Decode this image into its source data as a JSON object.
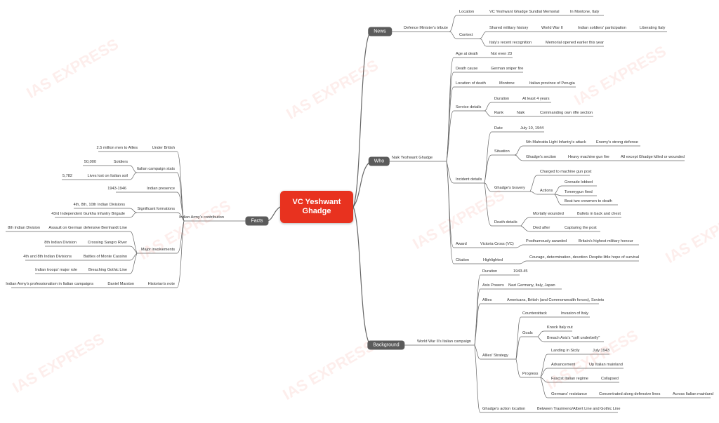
{
  "central_title": "VC Yeshwant Ghadge",
  "branches": {
    "news": "News",
    "who": "Who",
    "background": "Background",
    "facts": "Facts"
  },
  "news": {
    "tribute": "Defence Minister's tribute",
    "location": "Location",
    "memorial": "VC Yeshwant Ghadge Sundial Memorial",
    "montone": "In Montone, Italy",
    "context": "Context",
    "shared": "Shared military history",
    "ww2": "World War II",
    "participation": "Indian soldiers' participation",
    "liberating": "Liberating Italy",
    "italy_recog": "Italy's recent recognition",
    "memorial_opened": "Memorial opened earlier this year"
  },
  "who": {
    "naik": "Naik Yeshwant Ghadge",
    "age": "Age at death",
    "age_v": "Not even 23",
    "cause": "Death cause",
    "cause_v": "German sniper fire",
    "loc": "Location of death",
    "loc_v1": "Montone",
    "loc_v2": "Italian province of Perugia",
    "service": "Service details",
    "duration": "Duration",
    "duration_v": "At least 4 years",
    "rank": "Rank",
    "rank_v": "Naik",
    "rank_v2": "Commanding own rifle section",
    "incident": "Incident details",
    "date": "Date",
    "date_v": "July 10, 1944",
    "situation": "Situation",
    "maratha": "5th Mahratta Light Infantry's attack",
    "enemy": "Enemy's strong defense",
    "section": "Ghadge's section",
    "mg": "Heavy machine gun fire",
    "killed": "All except Ghadge killed or wounded",
    "bravery": "Ghadge's bravery",
    "charged": "Charged to machine gun post",
    "actions": "Actions",
    "grenade": "Grenade lobbed",
    "tommy": "Tommygun fired",
    "beat": "Beat two crewmen to death",
    "death": "Death details",
    "mortal": "Mortally wounded",
    "bullets": "Bullets in back and chest",
    "died_after": "Died after",
    "capturing": "Capturing the post",
    "award": "Award",
    "vc": "Victoria Cross (VC)",
    "posth": "Posthumously awarded",
    "highest": "Britain's highest military honour",
    "citation": "Citation",
    "highlighted": "Highlighted",
    "courage": "Courage, determination, devotion",
    "despite": "Despite little hope of survival"
  },
  "bg": {
    "campaign": "World War II's Italian campaign",
    "duration": "Duration",
    "duration_v": "1943-45",
    "axis": "Axis Powers",
    "axis_v": "Nazi Germany, Italy, Japan",
    "allies": "Allies",
    "allies_v": "Americans, British (and Commonwealth forces), Soviets",
    "strategy": "Allies' Strategy",
    "counter": "Counterattack",
    "invasion": "Invasion of Italy",
    "goals": "Goals",
    "knock": "Knock Italy out",
    "breach": "Breach Axis's \"soft underbelly\"",
    "progress": "Progress",
    "landing": "Landing in Sicily",
    "july": "July 1943",
    "advance": "Advancement",
    "up": "Up Italian mainland",
    "fascist": "Fascist Italian regime",
    "collapsed": "Collapsed",
    "germans": "Germans' resistance",
    "concentrated": "Concentrated along defensive lines",
    "across": "Across Italian mainland",
    "action_loc": "Ghadge's action location",
    "between": "Between Trasimeno/Albert Line and Gothic Line"
  },
  "facts": {
    "contrib": "Indian Army's contribution",
    "under": "Under British",
    "men": "2.5 million men to Allies",
    "stats": "Italian campaign stats",
    "soldiers": "Soldiers",
    "soldiers_v": "50,000",
    "lives": "Lives lost on Italian soil",
    "lives_v": "5,782",
    "presence": "Indian presence",
    "presence_v": "1943-1946",
    "formations": "Significant formations",
    "divisions": "4th, 8th, 10th Indian Divisions",
    "gurkha": "43rd Independent Gurkha Infantry Brigade",
    "major": "Major involvements",
    "assault": "Assault on German defensive Bernhardt Line",
    "div8a": "8th Indian Division",
    "sangro": "Crossing Sangro River",
    "div8b": "8th Indian Division",
    "cassino": "Battles of Monte Cassino",
    "div48": "4th and 8th Indian Divisions",
    "gothic": "Breaching Gothic Line",
    "major_role": "Indian troops' major role",
    "historian": "Historian's note",
    "marston": "Daniel Marston",
    "prof": "Indian Army's professionalism in Italian campaigns"
  },
  "watermark": "IAS EXPRESS",
  "colors": {
    "central": "#e8321f",
    "branch": "#5b5b5b",
    "line": "#666666"
  }
}
